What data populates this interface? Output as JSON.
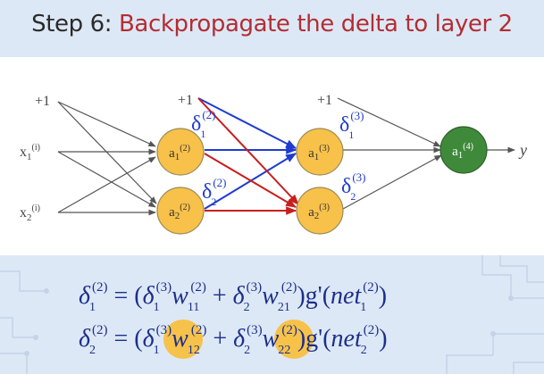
{
  "title": {
    "prefix": "Step 6: ",
    "text": "Backpropagate the delta to layer 2"
  },
  "diagram": {
    "bias_labels": [
      "+1",
      "+1",
      "+1"
    ],
    "inputs": [
      {
        "base": "x",
        "sub": "1",
        "sup": "(i)"
      },
      {
        "base": "x",
        "sub": "2",
        "sup": "(i)"
      }
    ],
    "layer2_nodes": [
      {
        "base": "a",
        "sub": "1",
        "sup": "(2)"
      },
      {
        "base": "a",
        "sub": "2",
        "sup": "(2)"
      }
    ],
    "layer3_nodes": [
      {
        "base": "a",
        "sub": "1",
        "sup": "(3)"
      },
      {
        "base": "a",
        "sub": "2",
        "sup": "(3)"
      }
    ],
    "output_node": {
      "base": "a",
      "sub": "1",
      "sup": "(4)"
    },
    "output_label": "y",
    "delta_labels": [
      {
        "base": "δ",
        "sub": "1",
        "sup": "(2)"
      },
      {
        "base": "δ",
        "sub": "2",
        "sup": "(2)"
      },
      {
        "base": "δ",
        "sub": "1",
        "sup": "(3)"
      },
      {
        "base": "δ",
        "sub": "2",
        "sup": "(3)"
      }
    ]
  },
  "equations": [
    {
      "lhs": {
        "base": "δ",
        "sub": "1",
        "sup": "(2)"
      },
      "eq": " = (",
      "t1": {
        "base": "δ",
        "sub": "1",
        "sup": "(3)"
      },
      "w1": {
        "base": "w",
        "sub": "11",
        "sup": "(2)"
      },
      "plus": " + ",
      "t2": {
        "base": "δ",
        "sub": "2",
        "sup": "(3)"
      },
      "w2": {
        "base": "w",
        "sub": "21",
        "sup": "(2)"
      },
      "mid": ")g'(",
      "net": {
        "base": "net",
        "sub": "1",
        "sup": "(2)"
      },
      "close": ")"
    },
    {
      "lhs": {
        "base": "δ",
        "sub": "2",
        "sup": "(2)"
      },
      "eq": " = (",
      "t1": {
        "base": "δ",
        "sub": "1",
        "sup": "(3)"
      },
      "w1": {
        "base": "w",
        "sub": "12",
        "sup": "(2)"
      },
      "plus": " + ",
      "t2": {
        "base": "δ",
        "sub": "2",
        "sup": "(3)"
      },
      "w2": {
        "base": "w",
        "sub": "22",
        "sup": "(2)"
      },
      "mid": ")g'(",
      "net": {
        "base": "net",
        "sub": "2",
        "sup": "(2)"
      },
      "close": ")"
    }
  ],
  "colors": {
    "header_bg": "#dde8f6",
    "title_accent": "#b32d33",
    "neuron_fill": "#f7c14a",
    "output_fill": "#3f8a3a",
    "arrow_blue": "#1f3bd1",
    "arrow_red": "#c81e1e",
    "highlight": "#f6c24a",
    "equation_text": "#1c2f8a"
  }
}
